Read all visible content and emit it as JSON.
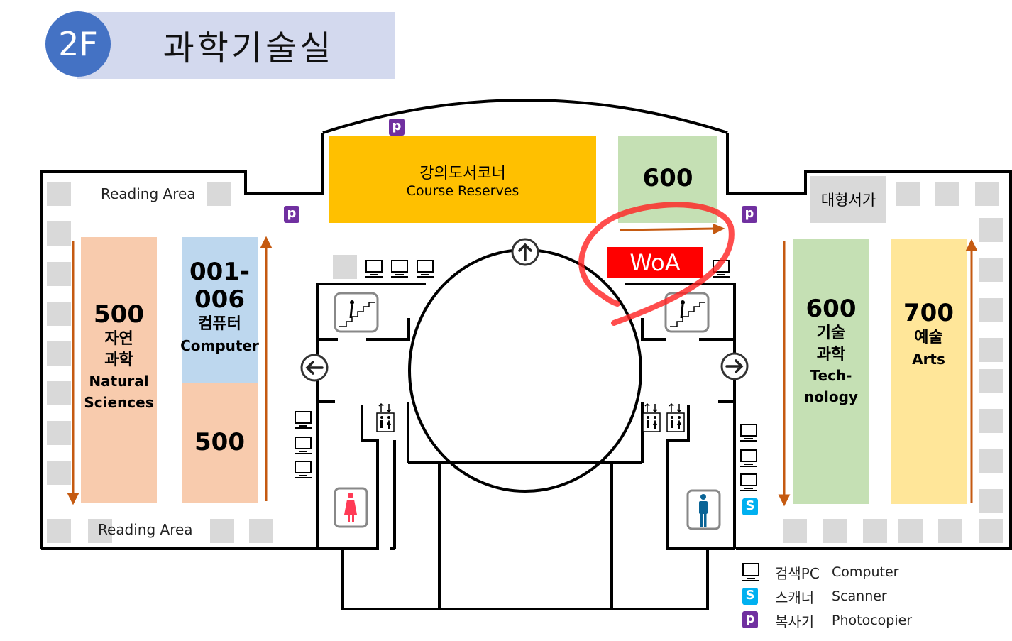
{
  "header": {
    "floor": "2F",
    "title": "과학기술실"
  },
  "areas": {
    "reading_top": "Reading Area",
    "reading_bottom": "Reading Area",
    "course_reserves": {
      "ko": "강의도서코너",
      "en": "Course Reserves"
    },
    "top_600": "600",
    "woa": "WoA",
    "oversize": "대형서가",
    "natural_sciences": {
      "num": "500",
      "ko1": "자연",
      "ko2": "과학",
      "en1": "Natural",
      "en2": "Sciences"
    },
    "computer": {
      "num1": "001-",
      "num2": "006",
      "ko": "컴퓨터",
      "en": "Computer"
    },
    "lower_500": "500",
    "technology": {
      "num": "600",
      "ko1": "기술",
      "ko2": "과학",
      "en1": "Tech-",
      "en2": "nology"
    },
    "arts": {
      "num": "700",
      "ko": "예술",
      "en": "Arts"
    }
  },
  "icons": {
    "photocopier": "p",
    "scanner": "S"
  },
  "legend": [
    {
      "icon": "computer-icon",
      "ko": "검색PC",
      "en": "Computer"
    },
    {
      "icon": "scanner-icon",
      "symbol": "S",
      "ko": "스캐너",
      "en": "Scanner"
    },
    {
      "icon": "photocopier-icon",
      "symbol": "p",
      "ko": "복사기",
      "en": "Photocopier"
    }
  ],
  "colors": {
    "floor_badge": "#4472c4",
    "title_band": "#d3d9ee",
    "natural": "#f8cbad",
    "computer": "#bdd7ee",
    "reserves": "#ffc000",
    "tech": "#c5e0b4",
    "arts": "#ffe699",
    "woa": "#ff0000",
    "photocopier": "#7030a0",
    "scanner": "#00b0f0",
    "arrow": "#c55a11"
  }
}
